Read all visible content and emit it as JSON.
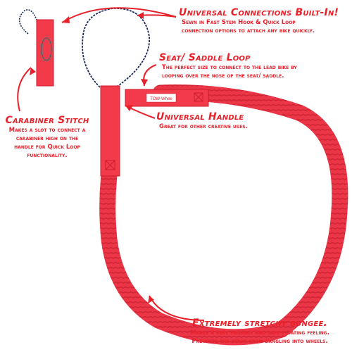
{
  "brand_logo": "TOW-Whee",
  "colors": {
    "accent": "#e8202a",
    "strap": "#f23a4a",
    "strap_dark": "#c91e2e",
    "cable": "#1a2a5a"
  },
  "callouts": {
    "universal_connections": {
      "title": "Universal Connections Built-In!",
      "line1": "Sewn in Fast Stem Hook & Quick Loop",
      "line2": "connection options to attach any bike quickly."
    },
    "seat_saddle_loop": {
      "title": "Seat/ Saddle Loop",
      "line1": "The perfect size to connect to the lead bike by",
      "line2": "looping over the nose of the seat/ saddle."
    },
    "universal_handle": {
      "title": "Universal Handle",
      "line1": "Great for other creative uses."
    },
    "carabiner_stitch": {
      "title": "Carabiner Stitch",
      "line1": "Makes a slot to connect a",
      "line2": "carabiner high on the",
      "line3": "handle for Quick Loop",
      "line4": "functionality."
    },
    "stretchy_bungee": {
      "title": "Extremely stretchy bungee.",
      "line1": "Makes a very friendly and safe floating feeling.",
      "line2": "Prevents the strap from dangling into wheels."
    }
  }
}
